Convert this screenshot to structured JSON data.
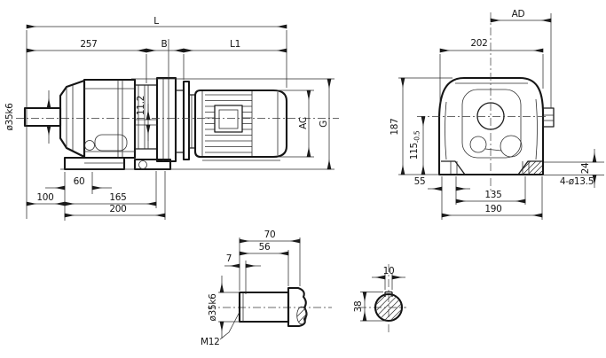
{
  "main_view": {
    "L": "L",
    "d257": "257",
    "B": "B",
    "L1": "L1",
    "d11_2": "11.2",
    "shaft_dia": "ø35k6",
    "d60": "60",
    "d100": "100",
    "d165": "165",
    "d200": "200",
    "AC": "AC",
    "G": "G"
  },
  "end_view": {
    "AD": "AD",
    "d202": "202",
    "d187": "187",
    "d115": "115",
    "d115_tol": "-0.5",
    "d55": "55",
    "d135": "135",
    "d190": "190",
    "d24": "24",
    "holes": "4-ø13.5"
  },
  "shaft_detail": {
    "d70": "70",
    "d56": "56",
    "d7": "7",
    "dia": "ø35k6",
    "thread": "M12"
  },
  "key_section": {
    "d10": "10",
    "d38": "38"
  }
}
